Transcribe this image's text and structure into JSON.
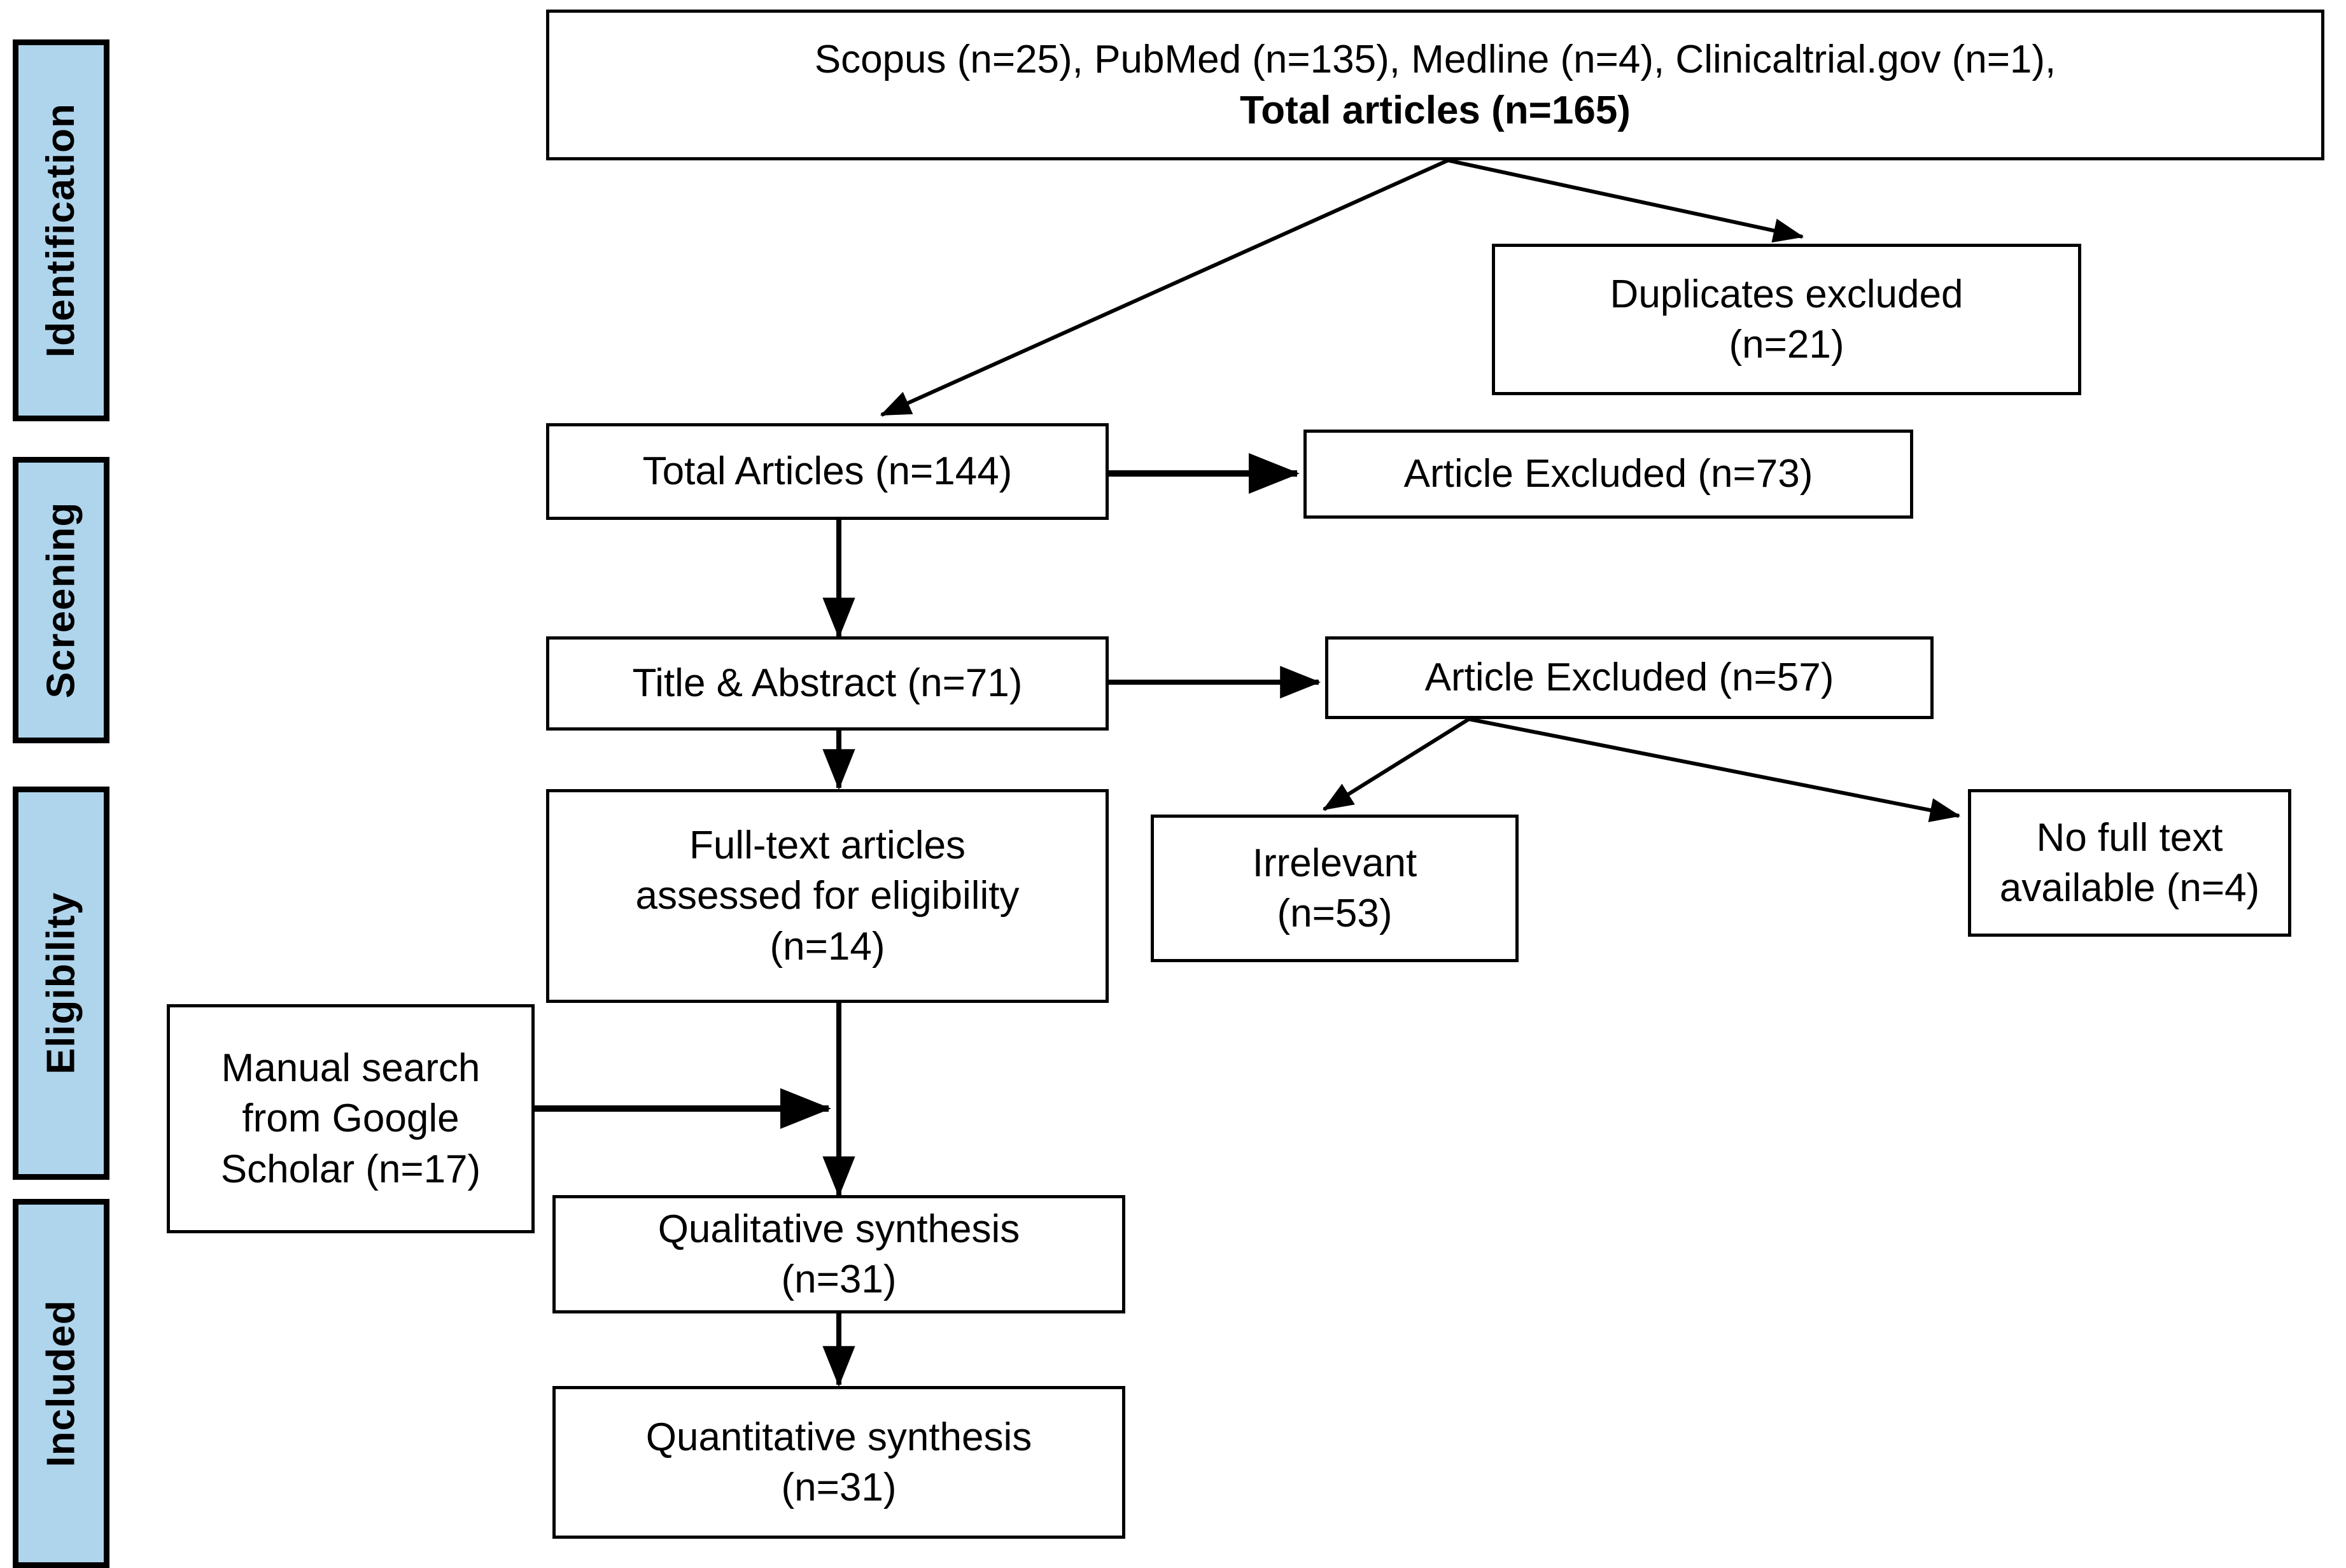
{
  "diagram": {
    "type": "PRISMA flow diagram",
    "phases": [
      {
        "name": "identification",
        "label": "Identification"
      },
      {
        "name": "screening",
        "label": "Screening"
      },
      {
        "name": "eligibility",
        "label": "Eligibility"
      },
      {
        "name": "included",
        "label": "Included"
      }
    ],
    "accent_color": "#AFD5EC",
    "line_color": "#000000",
    "nodes": {
      "sources": {
        "line1": "Scopus (n=25),  PubMed  (n=135),  Medline  (n=4),  Clinicaltrial.gov (n=1),",
        "line2": "Total articles (n=165)"
      },
      "duplicates": {
        "line1": "Duplicates excluded",
        "line2": "(n=21)"
      },
      "total_articles": {
        "line1": "Total Articles (n=144)"
      },
      "excluded_73": {
        "line1": "Article Excluded (n=73)"
      },
      "title_abstract": {
        "line1": "Title & Abstract (n=71)"
      },
      "excluded_57": {
        "line1": "Article Excluded (n=57)"
      },
      "fulltext": {
        "line1": "Full-text articles",
        "line2": "assessed for eligibility",
        "line3": "(n=14)"
      },
      "irrelevant": {
        "line1": "Irrelevant",
        "line2": "(n=53)"
      },
      "nofulltext": {
        "line1": "No full text",
        "line2": "available (n=4)"
      },
      "manual_search": {
        "line1": "Manual search",
        "line2": "from Google",
        "line3": "Scholar (n=17)"
      },
      "qualitative": {
        "line1": "Qualitative synthesis",
        "line2": "(n=31)"
      },
      "quantitative": {
        "line1": "Quantitative synthesis",
        "line2": "(n=31)"
      }
    },
    "counts": {
      "scopus": 25,
      "pubmed": 135,
      "medline": 4,
      "clinicaltrial_gov": 1,
      "total_articles_initial": 165,
      "duplicates_excluded": 21,
      "total_articles_after_dedup": 144,
      "excluded_after_total": 73,
      "title_abstract_screened": 71,
      "excluded_after_title_abstract": 57,
      "irrelevant": 53,
      "no_full_text": 4,
      "full_text_assessed": 14,
      "manual_search_google_scholar": 17,
      "qualitative_synthesis": 31,
      "quantitative_synthesis": 31
    }
  }
}
